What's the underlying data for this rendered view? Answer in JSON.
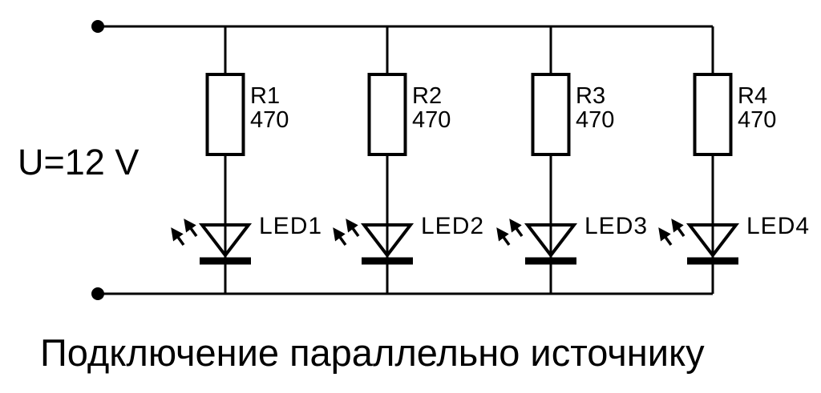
{
  "diagram": {
    "source_label": "U=12 V",
    "caption": "Подключение параллельно источнику",
    "colors": {
      "line": "#000000",
      "background": "#ffffff",
      "text": "#000000"
    },
    "branches": [
      {
        "resistor": {
          "name": "R1",
          "value": "470"
        },
        "led": {
          "name": "LED1"
        }
      },
      {
        "resistor": {
          "name": "R2",
          "value": "470"
        },
        "led": {
          "name": "LED2"
        }
      },
      {
        "resistor": {
          "name": "R3",
          "value": "470"
        },
        "led": {
          "name": "LED3"
        }
      },
      {
        "resistor": {
          "name": "R4",
          "value": "470"
        },
        "led": {
          "name": "LED4"
        }
      }
    ]
  }
}
